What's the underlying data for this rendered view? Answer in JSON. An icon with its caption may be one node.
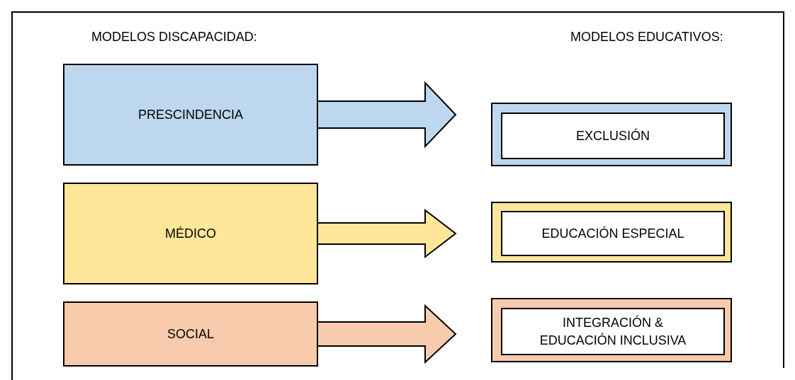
{
  "diagram": {
    "nodes": [
      {
        "text": [
          "PRESCINDENCIA"
        ]
      },
      {
        "text": [],
        "shape": "box"
      },
      {
        "text": [
          "EXCLUSIÓN"
        ],
        "in": 1
      },
      {
        "text": [
          "MÉDICO"
        ]
      },
      {
        "text": [],
        "shape": "box"
      },
      {
        "text": [
          "EDUCACIÓN ESPECIAL"
        ],
        "in": 4
      },
      {
        "text": [
          "SOCIAL"
        ]
      },
      {
        "text": [],
        "shape": "box"
      },
      {
        "text": [
          "INTEGRACIÓN & EDUCACIÓN INCLUSIVA"
        ],
        "in": 7
      }
    ],
    "edges": [
      {
        "from": 0,
        "to": 1,
        "arrow": "to",
        "color": "#bdd7ee"
      },
      {
        "from": 3,
        "to": 4,
        "arrow": "to",
        "color": "#ffe699"
      },
      {
        "from": 6,
        "to": 7,
        "arrow": "to",
        "color": "#f8cbad"
      }
    ],
    "labels": [
      "MODELOS DISCAPACIDAD:",
      "MODELOS EDUCATIVOS:"
    ]
  }
}
